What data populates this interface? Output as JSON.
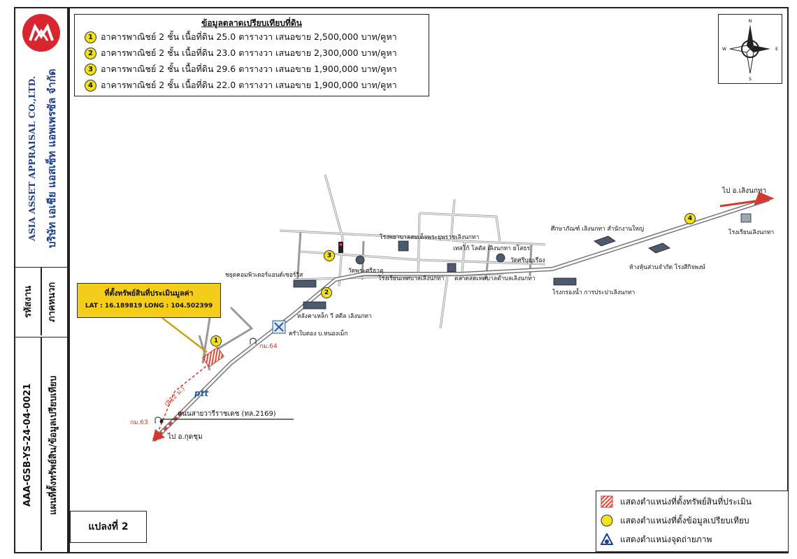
{
  "company": {
    "name_th": "บริษัท เอเชีย แอสเซ็ท แอพเพรซัล จำกัด",
    "name_en": "ASIA ASSET APPRAISAL CO.,LTD.",
    "region_label": "ภาคหนวก",
    "job_label": "รหัสงาน",
    "doc_title": "แผนที่ตั้งทรัพย์สิน/ข้อมูลเปรียบเทียบ",
    "doc_code": "AAA-GSB-YS-24-04-0021"
  },
  "market": {
    "title": "ข้อมูลตลาดเปรียบเทียบที่ดิน",
    "items": [
      {
        "num": "1",
        "text": "อาคารพาณิชย์ 2 ชั้น เนื้อที่ดิน 25.0 ตารางวา เสนอขาย 2,500,000 บาท/คูหา"
      },
      {
        "num": "2",
        "text": "อาคารพาณิชย์ 2 ชั้น เนื้อที่ดิน 23.0 ตารางวา เสนอขาย 2,300,000 บาท/คูหา"
      },
      {
        "num": "3",
        "text": "อาคารพาณิชย์ 2 ชั้น เนื้อที่ดิน 29.6 ตารางวา เสนอขาย 1,900,000 บาท/คูหา"
      },
      {
        "num": "4",
        "text": "อาคารพาณิชย์ 2 ชั้น เนื้อที่ดิน 22.0 ตารางวา เสนอขาย 1,900,000 บาท/คูหา"
      }
    ]
  },
  "compass": {
    "n": "N",
    "s": "S",
    "e": "E",
    "w": "W"
  },
  "callout": {
    "title": "ที่ตั้งทรัพย์สินที่ประเมินมูลค่า",
    "coords": "LAT : 16.189819  LONG : 104.502399"
  },
  "map": {
    "to_north": "ไป อ.เลิงนกทา",
    "to_south": "ไป อ.กุดชุม",
    "road_name": "ถนนสายวารีราชเดช (ทล.2169)",
    "distance": "(812 ม.)",
    "km63": "กม.63",
    "km64": "กม.64",
    "ptt": "ptt",
    "labels": {
      "hospital": "โรงพยาบาลสมเด็จพระยุพราชเลิงนกทา",
      "tesco": "เทสโก้ โลตัส เลิงนกทา ยโสธร",
      "wat_si": "วัดศรีบุญเรือง",
      "wat_phra": "วัดพระศรีธาตุ",
      "school_mun": "โรงเรียนเทศบาลเลิงนกทา",
      "market": "ตลาดสดเทศบาลตำบลเลิงนกทา",
      "condo": "ชยุตคอมพิวเตอร์แอนด์เซอร์วิส",
      "steel": "หลังคาเหล็ก วี สตีล เลิงนกทา",
      "restaurant": "ครัวใบตอง บ.หนองเม็ก",
      "water": "โรงกรองน้ำ การประปาเลิงนกทา",
      "edu": "ศึกษาภัณฑ์ เลิงนกทา สำนักงานใหญ่",
      "shop": "ห้างหุ้นส่วนจำกัด โรงสีกิจพงษ์",
      "school_right": "โรงเรียนเลิงนกทา"
    },
    "markers": [
      "1",
      "2",
      "3",
      "4"
    ]
  },
  "legend": {
    "items": [
      {
        "label": "แสดงตำแหน่งที่ตั้งทรัพย์สินที่ประเมิน"
      },
      {
        "label": "แสดงตำแหน่งที่ตั้งข้อมูลเปรียบเทียบ"
      },
      {
        "label": "แสดงตำแหน่งจุดถ่ายภาพ"
      }
    ]
  },
  "plot_label": "แปลงที่ 2",
  "colors": {
    "yellow": "#f3e21b",
    "callout": "#f5ce1b",
    "red": "#d23a2f",
    "road": "#8a8a8a",
    "hatch": "#e24b3b"
  }
}
